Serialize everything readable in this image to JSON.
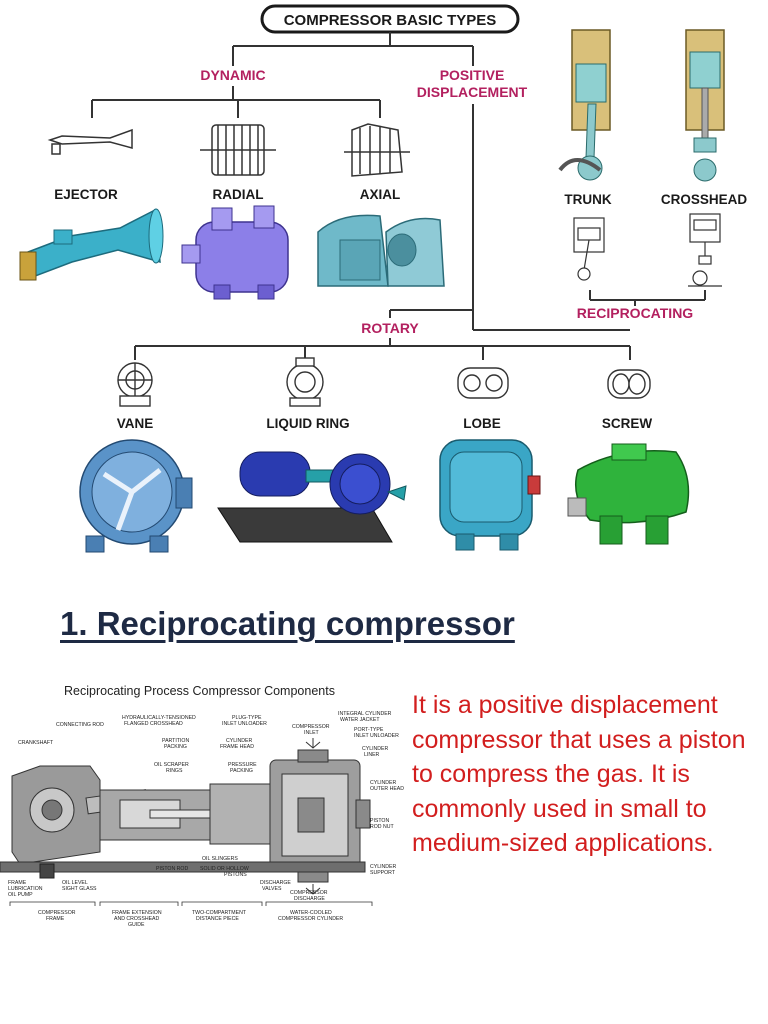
{
  "diagram": {
    "title": "COMPRESSOR BASIC TYPES",
    "categories": {
      "dynamic": "DYNAMIC",
      "positive_line1": "POSITIVE",
      "positive_line2": "DISPLACEMENT",
      "rotary": "ROTARY",
      "reciprocating": "RECIPROCATING"
    },
    "types": {
      "ejector": "EJECTOR",
      "radial": "RADIAL",
      "axial": "AXIAL",
      "trunk": "TRUNK",
      "crosshead": "CROSSHEAD",
      "vane": "VANE",
      "liquid_ring": "LIQUID RING",
      "lobe": "LOBE",
      "screw": "SCREW"
    },
    "colors": {
      "category_text": "#b3205f",
      "connector": "#333333",
      "ejector": "#3bb0c9",
      "radial": "#8c7fe8",
      "axial": "#6fb9c9",
      "vane": "#5a93c8",
      "liquid_ring": "#2a3bb0",
      "lobe": "#3aa6c6",
      "screw": "#2fb33c"
    }
  },
  "section": {
    "heading": "1. Reciprocating compressor",
    "description": "It is a positive displacement compressor that uses a piston to compress the gas. It is commonly used in small to medium-sized applications."
  },
  "figure": {
    "title": "Reciprocating Process Compressor Components",
    "labels": {
      "connecting_rod": "CONNECTING ROD",
      "hydraulic": "HYDRAULICALLY-TENSIONED",
      "flanged_crosshead": "FLANGED CROSSHEAD",
      "plug_type": "PLUG-TYPE",
      "inlet_unloader": "INLET UNLOADER",
      "integral_cylinder": "INTEGRAL CYLINDER",
      "water_jacket": "WATER JACKET",
      "compressor_inlet_1": "COMPRESSOR",
      "compressor_inlet_2": "INLET",
      "port_type": "PORT-TYPE",
      "inlet_unloader_2": "INLET UNLOADER",
      "crankshaft": "CRANKSHAFT",
      "partition": "PARTITION",
      "packing": "PACKING",
      "cylinder": "CYLINDER",
      "frame_head": "FRAME HEAD",
      "cylinder_liner_1": "CYLINDER",
      "cylinder_liner_2": "LINER",
      "oil_scraper": "OIL SCRAPER",
      "rings": "RINGS",
      "pressure": "PRESSURE",
      "pressure_packing": "PACKING",
      "cylinder_outer_1": "CYLINDER",
      "cylinder_outer_2": "OUTER HEAD",
      "piston_1": "PISTON",
      "piston_2": "ROD NUT",
      "oil_slingers": "OIL SLINGERS",
      "piston_rod": "PISTON ROD",
      "solid_hollow": "SOLID OR HOLLOW",
      "pistons": "PISTONS",
      "cylinder_support_1": "CYLINDER",
      "cylinder_support_2": "SUPPORT",
      "frame_lub_1": "FRAME",
      "frame_lub_2": "LUBRICATION",
      "frame_lub_3": "OIL PUMP",
      "oil_level_1": "OIL LEVEL",
      "oil_level_2": "SIGHT GLASS",
      "discharge_1": "DISCHARGE",
      "discharge_2": "VALVES",
      "comp_discharge_1": "COMPRESSOR",
      "comp_discharge_2": "DISCHARGE",
      "bottom_frame_1": "COMPRESSOR",
      "bottom_frame_2": "FRAME",
      "bottom_ext_1": "FRAME EXTENSION",
      "bottom_ext_2": "AND CROSSHEAD",
      "bottom_ext_3": "GUIDE",
      "bottom_two_1": "TWO-COMPARTMENT",
      "bottom_two_2": "DISTANCE PIECE",
      "bottom_water_1": "WATER-COOLED",
      "bottom_water_2": "COMPRESSOR CYLINDER"
    }
  }
}
